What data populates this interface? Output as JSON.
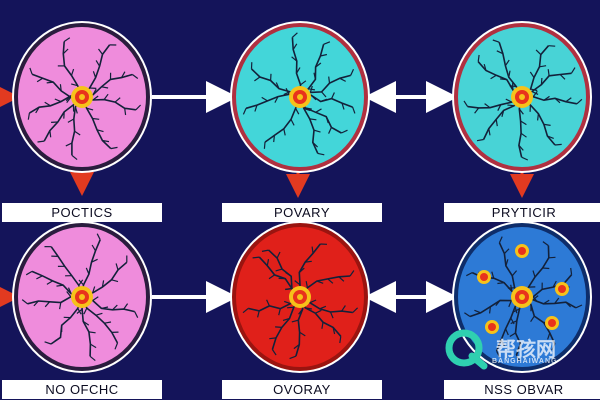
{
  "colors": {
    "background": "#14145a",
    "arrow_red": "#e23a20",
    "arrow_white": "#ffffff",
    "vein_dark": "#13213a",
    "nucleus_red": "#e8321c",
    "nucleus_yellow": "#f6c21a"
  },
  "cells": [
    {
      "id": "top-left",
      "fill": "#ef8cdc",
      "ring": "#2a1c3e",
      "label": "POCTICS"
    },
    {
      "id": "top-mid",
      "fill": "#43d6d9",
      "ring": "#b03040",
      "label": "POVARY"
    },
    {
      "id": "top-right",
      "fill": "#48d3d6",
      "ring": "#b03040",
      "label": "PRYTICIR"
    },
    {
      "id": "bot-left",
      "fill": "#ef8cdc",
      "ring": "#2a1c3e",
      "label": "NO OFCHC"
    },
    {
      "id": "bot-mid",
      "fill": "#e0201a",
      "ring": "#9a1410",
      "label": "OVORAY"
    },
    {
      "id": "bot-right",
      "fill": "#2d7ad6",
      "ring": "#0e2d6a",
      "label": "NSS OBVAR"
    }
  ],
  "watermark": {
    "main": "帮孩网",
    "sub": "BANGHAIWANG",
    "icon": "q-logo-icon"
  }
}
